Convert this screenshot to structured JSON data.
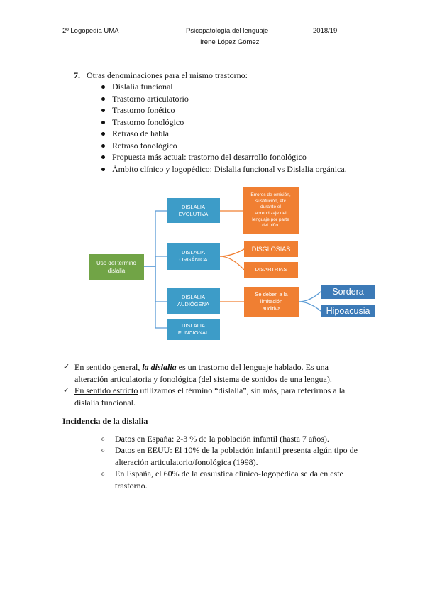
{
  "header": {
    "left": "2º Logopedia UMA",
    "center": "Psicopatología del lenguaje",
    "right": "2018/19",
    "author": "Irene López Gómez"
  },
  "section7": {
    "number": "7.",
    "title": "Otras denominaciones para el mismo trastorno:",
    "items": [
      "Dislalia funcional",
      "Trastorno articulatorio",
      "Trastorno fonético",
      "Trastorno fonológico",
      "Retraso de habla",
      "Retraso fonológico",
      "Propuesta más actual: trastorno del desarrollo fonológico",
      "Ámbito clínico y logopédico: Dislalia funcional vs Dislalia orgánica."
    ]
  },
  "diagram": {
    "root": [
      "Uso del término",
      "dislalia"
    ],
    "evolutiva": [
      "DISLALIA",
      "EVOLUTIVA"
    ],
    "organica": [
      "DISLALIA",
      "ORGÁNICA"
    ],
    "audiogena": [
      "DISLALIA",
      "AUDIÓGENA"
    ],
    "funcional": [
      "DISLALIA",
      "FUNCIONAL"
    ],
    "evolutiva_note": [
      "Errores de omisión,",
      "sustitución, etc",
      "durante el",
      "aprendizaje del",
      "lenguaje por parte",
      "del niño."
    ],
    "disglosias": "DISGLOSIAS",
    "disartrias": "DISARTRIAS",
    "audiogena_note": [
      "Se deben a la",
      "limitación",
      "auditiva"
    ],
    "sordera": "Sordera",
    "hipoacusia": "Hipoacusia",
    "colors": {
      "green": "#71a446",
      "blue": "#3d9cc8",
      "orange": "#f07f32",
      "steel": "#3c7ab7"
    }
  },
  "checks": [
    {
      "underlined": "En sentido general",
      "sep": ", ",
      "emph": "la dislalia",
      "rest_line1": " es un trastorno del lenguaje hablado. Es una",
      "line2": "alteración articulatoria y fonológica (del sistema de sonidos de una lengua)."
    },
    {
      "underlined": "En sentido estricto",
      "rest_line1": " utilizamos el término “dislalia”, sin más, para referirnos a la",
      "line2": "dislalia funcional."
    }
  ],
  "incidencia": {
    "title": "Incidencia de la dislalia",
    "marker": "o",
    "items": [
      [
        "Datos en España: 2-3 % de la población infantil (hasta 7 años)."
      ],
      [
        " Datos en EEUU: El 10% de la población infantil presenta algún tipo de",
        "alteración articulatorio/fonológica (1998)."
      ],
      [
        " En España, el 60% de la casuística clínico-logopédica se da en este",
        "trastorno."
      ]
    ]
  }
}
